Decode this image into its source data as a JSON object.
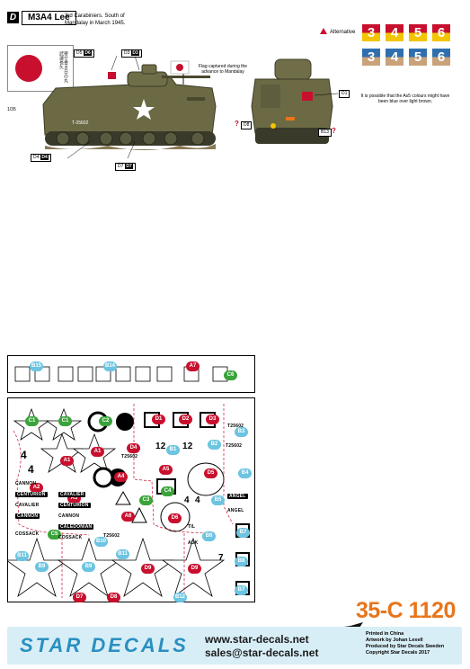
{
  "header": {
    "variant_letter": "D",
    "vehicle_name": "M3A4 Lee",
    "unit_line1": "3rd Carabiniers. South of",
    "unit_line2": "Mandalay in March 1945."
  },
  "flag": {
    "calligraphy": "寄せ書き日の丸 武運長久"
  },
  "scale": "1/35",
  "side_markings": {
    "hull_number": "T-25602",
    "callouts": [
      {
        "label": "D5",
        "sub": "D6"
      },
      {
        "label": "D3",
        "sub": "D3"
      },
      {
        "label": "D4",
        "sub": "D4"
      },
      {
        "label": "D7",
        "sub": "D7"
      }
    ]
  },
  "flag_note": "Flag captured during the advance to Mandalay",
  "rear_markings": {
    "callouts": [
      {
        "label": "D1"
      },
      {
        "label": "D8"
      },
      {
        "label": "B13"
      }
    ],
    "question_mark": "?"
  },
  "alternative_label": "Alternative",
  "numbers": {
    "top": [
      "3",
      "4",
      "5",
      "6"
    ],
    "bottom": [
      "3",
      "4",
      "5",
      "6"
    ],
    "note": "It is possible that the As5 colours might have been blue over light brown."
  },
  "colors": {
    "red": "#c8102e",
    "yellow": "#f2c500",
    "blue": "#2f6fb0",
    "olive": "#6b6a45",
    "orange": "#e8751a",
    "brand_blue": "#2a8fc1",
    "bubble_blue": "#6cc4e0",
    "bubble_green": "#3aa33a"
  },
  "sheet1_labels": [
    "B15",
    "B14",
    "A7",
    "C6"
  ],
  "sheet2": {
    "bubbles": [
      {
        "t": "C1",
        "c": "green"
      },
      {
        "t": "C1",
        "c": "green"
      },
      {
        "t": "C2",
        "c": "green"
      },
      {
        "t": "D1",
        "c": "red"
      },
      {
        "t": "D2",
        "c": "red"
      },
      {
        "t": "D3",
        "c": "red"
      },
      {
        "t": "B3",
        "c": "blue"
      },
      {
        "t": "A2",
        "c": "red"
      },
      {
        "t": "A1",
        "c": "red"
      },
      {
        "t": "A1",
        "c": "red"
      },
      {
        "t": "D4",
        "c": "red"
      },
      {
        "t": "B1",
        "c": "blue"
      },
      {
        "t": "B2",
        "c": "blue"
      },
      {
        "t": "A4",
        "c": "red"
      },
      {
        "t": "A5",
        "c": "red"
      },
      {
        "t": "D5",
        "c": "red"
      },
      {
        "t": "B4",
        "c": "blue"
      },
      {
        "t": "A3",
        "c": "red"
      },
      {
        "t": "C3",
        "c": "green"
      },
      {
        "t": "C4",
        "c": "green"
      },
      {
        "t": "B5",
        "c": "blue"
      },
      {
        "t": "A6",
        "c": "red"
      },
      {
        "t": "D6",
        "c": "red"
      },
      {
        "t": "B6",
        "c": "blue"
      },
      {
        "t": "C5",
        "c": "green"
      },
      {
        "t": "B10",
        "c": "blue"
      },
      {
        "t": "B7",
        "c": "blue"
      },
      {
        "t": "B11",
        "c": "blue"
      },
      {
        "t": "B11",
        "c": "blue"
      },
      {
        "t": "B9",
        "c": "blue"
      },
      {
        "t": "B9",
        "c": "blue"
      },
      {
        "t": "D9",
        "c": "red"
      },
      {
        "t": "D9",
        "c": "red"
      },
      {
        "t": "B8",
        "c": "blue"
      },
      {
        "t": "D7",
        "c": "red"
      },
      {
        "t": "D8",
        "c": "red"
      },
      {
        "t": "B12",
        "c": "blue"
      },
      {
        "t": "B7",
        "c": "blue"
      }
    ],
    "names": [
      "CANNON",
      "CENTURION",
      "CAVALIER",
      "CANNON",
      "CAVALIER",
      "CENTURION",
      "CANNON",
      "CALEDONIAN",
      "COSSACK",
      "COSSACK",
      "ANGEL",
      "AUK",
      "TIL",
      "ANGEL"
    ],
    "serials": [
      "T25602",
      "T25602",
      "T25602",
      "T25602"
    ],
    "digits": [
      "4",
      "4",
      "12",
      "12",
      "4",
      "4",
      "7"
    ]
  },
  "footer": {
    "product_number": "35-C 1120",
    "brand": "STAR DECALS",
    "url1": "www.star-decals.net",
    "url2": "sales@star-decals.net",
    "printed": "Printed in China",
    "artwork": "Artwork by Johan Lexell",
    "produced": "Produced by Star Decals Sweden",
    "copyright": "Copyright Star Decals 2017"
  }
}
